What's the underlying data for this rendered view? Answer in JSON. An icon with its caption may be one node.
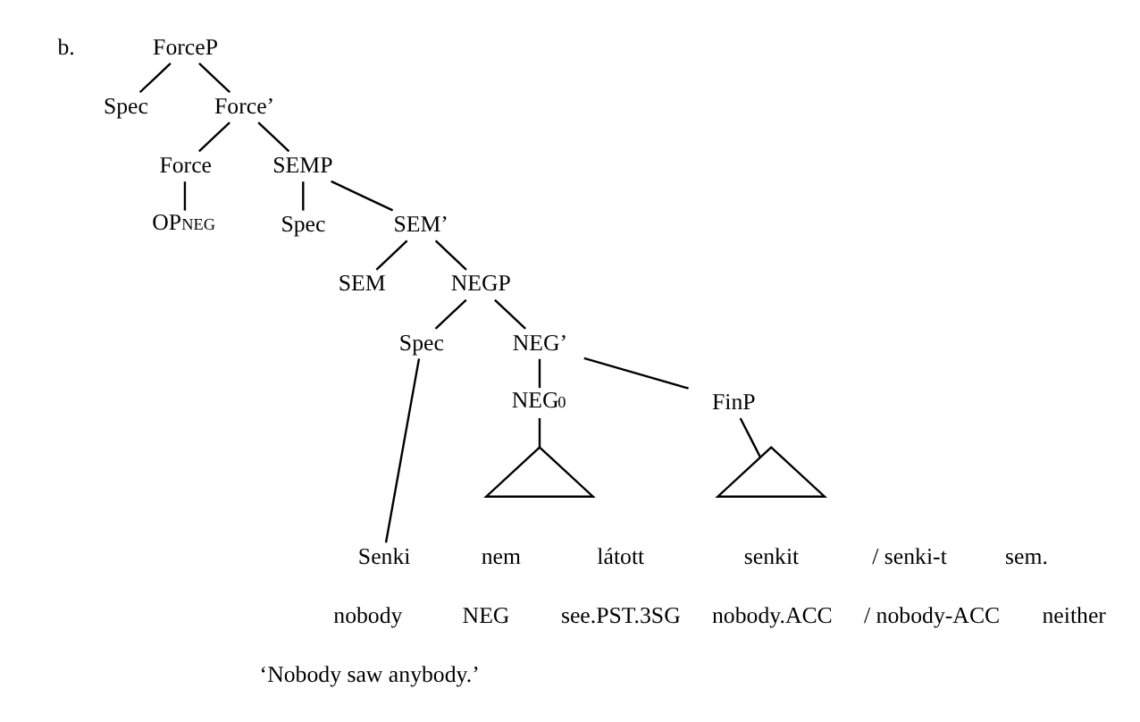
{
  "diagram": {
    "nodes": [
      {
        "text": [
          "ForceP"
        ]
      },
      {
        "text": [
          "Spec"
        ]
      },
      {
        "text": [
          "Force’"
        ]
      },
      {
        "text": [
          "Force"
        ]
      },
      {
        "text": [
          "SEMP"
        ]
      },
      {
        "text": [
          "OP$_{NEG}$"
        ]
      },
      {
        "text": [
          "Spec"
        ]
      },
      {
        "text": [
          "SEM’"
        ]
      },
      {
        "text": [
          "SEM"
        ]
      },
      {
        "text": [
          "NEGP"
        ]
      },
      {
        "text": [
          "Spec"
        ]
      },
      {
        "text": [
          "NEG’"
        ]
      },
      {
        "text": [
          "NEG$_{0}$"
        ]
      },
      {
        "text": [
          "FinP"
        ]
      },
      {
        "text": [],
        "shape": "triangle"
      },
      {
        "text": [],
        "shape": "triangle"
      },
      {
        "text": [
          "Senki"
        ]
      }
    ],
    "edges": [
      {
        "from": 0,
        "to": 1,
        "arrow": "none"
      },
      {
        "from": 0,
        "to": 2,
        "arrow": "none"
      },
      {
        "from": 2,
        "to": 3,
        "arrow": "none"
      },
      {
        "from": 2,
        "to": 4,
        "arrow": "none"
      },
      {
        "from": 3,
        "to": 5,
        "arrow": "none"
      },
      {
        "from": 4,
        "to": 6,
        "arrow": "none"
      },
      {
        "from": 4,
        "to": 7,
        "arrow": "none"
      },
      {
        "from": 7,
        "to": 8,
        "arrow": "none"
      },
      {
        "from": 7,
        "to": 9,
        "arrow": "none"
      },
      {
        "from": 9,
        "to": 10,
        "arrow": "none"
      },
      {
        "from": 9,
        "to": 11,
        "arrow": "none"
      },
      {
        "from": 11,
        "to": 12,
        "arrow": "none"
      },
      {
        "from": 11,
        "to": 13,
        "arrow": "none"
      },
      {
        "from": 10,
        "to": 16,
        "arrow": "none"
      },
      {
        "from": 12,
        "to": 14,
        "arrow": "none"
      },
      {
        "from": 13,
        "to": 15,
        "arrow": "none"
      }
    ],
    "labels": [
      "b.",
      "nem",
      "látott",
      "senkit",
      "/ senki-t",
      "sem.",
      "nobody",
      "NEG",
      "see.PST.3SG",
      "nobody.ACC",
      "/ nobody-ACC",
      "neither",
      "‘Nobody saw anybody.’"
    ]
  }
}
